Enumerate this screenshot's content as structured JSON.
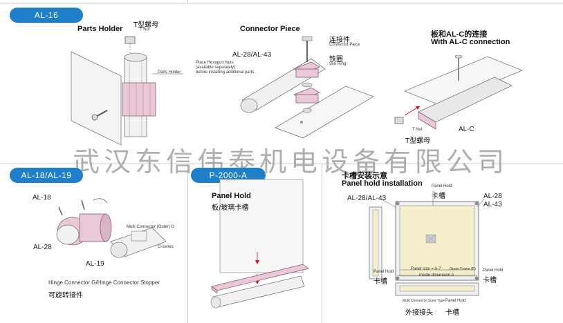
{
  "sections": {
    "al16": {
      "badge": "AL-16"
    },
    "al1819": {
      "badge": "AL-18/AL-19"
    },
    "p2000": {
      "badge": "P-2000-A"
    }
  },
  "parts_holder": {
    "title": "Parts Holder",
    "tnut_zh": "T型螺母",
    "tnut_en": "T Nut",
    "label": "Parts Holder"
  },
  "connector_piece": {
    "title": "Connector Piece",
    "model": "AL-28/AL-43",
    "note_line1": "Place Hexagon Nuts",
    "note_line2": "(available separately)",
    "note_line3": "before installing additional parts.",
    "conn_zh": "连接件",
    "conn_en": "Connector Piece",
    "ring_zh": "铁圈",
    "ring_en": "Sim Ring"
  },
  "alc": {
    "title_zh": "板和AL-C的连接",
    "title_en": "With AL-C connection",
    "tnut_en": "T Nut",
    "tnut_zh": "T型螺母",
    "model": "AL-C"
  },
  "hinge": {
    "al18": "AL-18",
    "al28": "AL-28",
    "al19": "AL-19",
    "multi": "Multi Connector (Outer) G",
    "gseries": "G-series",
    "caption_en": "Hinge Connector G/Hinge Connector Stopper",
    "caption_zh": "可旋转接件"
  },
  "panel_hold": {
    "title_en": "Panel Hold",
    "title_zh": "板/玻璃卡槽"
  },
  "installation": {
    "title_zh": "卡槽安装示意",
    "title_en": "Panel hold installation",
    "ph_top_en": "Panel Hold",
    "ph_top_zh": "卡槽",
    "model_left": "AL-28/AL-43",
    "model_right1": "AL-28",
    "model_right2": "AL-43",
    "ph_left_en": "Panel Hold",
    "ph_left_zh": "卡槽",
    "ph_right_en": "Panel Hold",
    "ph_right_zh": "卡槽",
    "panel_size": "Panel size = A-7",
    "inside_dim": "Inside dimension A",
    "green_frame": "Green Frame (E)",
    "multi_outer": "Multi Connector Outer Type",
    "ph_bottom_en": "Panel Hold",
    "outer_zh": "外接接头",
    "ph_bottom_zh": "卡槽"
  },
  "watermark": "武汉东信伟泰机电设备有限公司",
  "colors": {
    "accent": "#1f7fc9",
    "pink": "#e9c9d8",
    "panel": "#f4eecb"
  }
}
